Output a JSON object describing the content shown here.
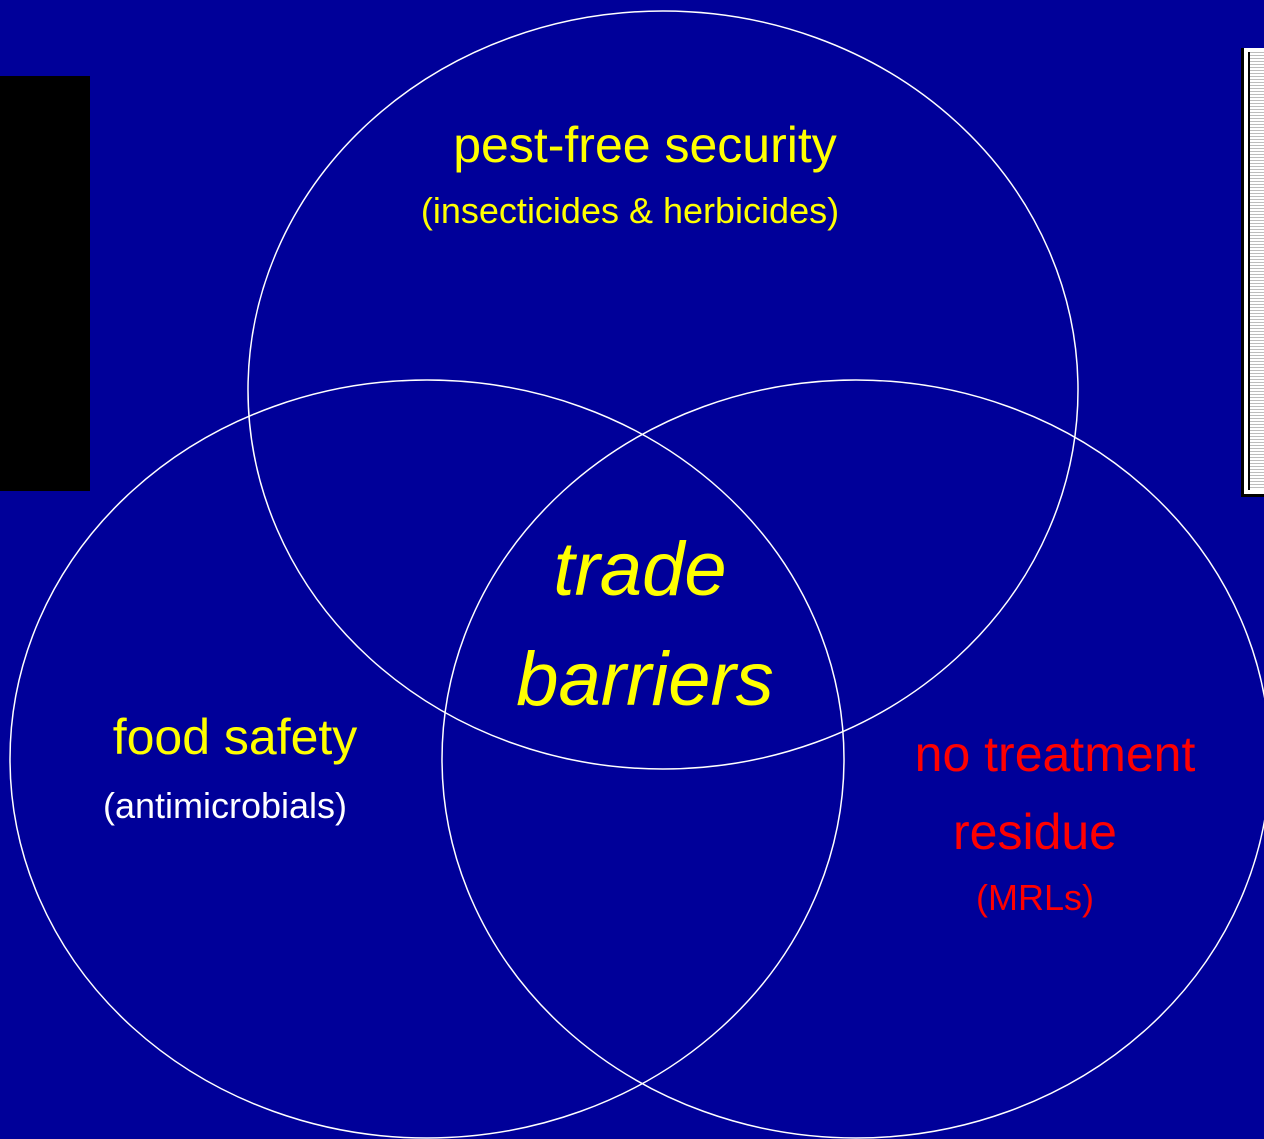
{
  "colors": {
    "background": "#000099",
    "circle_stroke": "#ffffff",
    "yellow_text": "#ffff00",
    "red_text": "#ff0000",
    "white_text": "#ffffff"
  },
  "top_circle": {
    "title": "pest-free security",
    "subtitle": "(insecticides & herbicides)"
  },
  "left_circle": {
    "title": "food safety",
    "subtitle": "(antimicrobials)"
  },
  "right_circle": {
    "title_line1": "no treatment",
    "title_line2": "residue",
    "subtitle": "(MRLs)"
  },
  "center": {
    "line1": "trade",
    "line2": "barriers"
  }
}
